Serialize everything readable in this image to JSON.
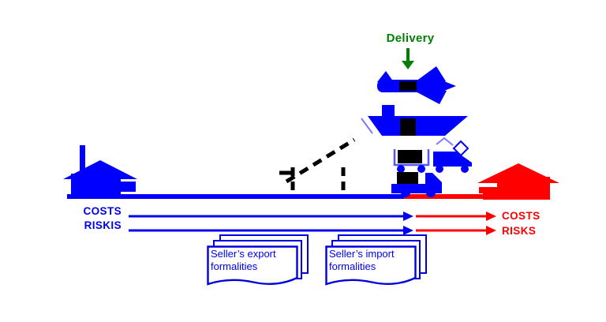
{
  "diagram": {
    "title_label": "Delivery",
    "description": "Incoterms-style delivery diagram: seller premises to buyer premises"
  },
  "delivery": {
    "label": "Delivery",
    "color": "#008000"
  },
  "arrows": {
    "left": {
      "costs": "COSTS",
      "risks": "RISKIS",
      "color": "#0000EE"
    },
    "right": {
      "costs": "COSTS",
      "risks": "RISKS",
      "color": "#FF0000"
    }
  },
  "documents": {
    "export": {
      "line1": "Seller’s export",
      "line2": "formalities"
    },
    "import": {
      "line1": "Seller’s import",
      "line2": "formalities"
    }
  },
  "icons": {
    "left_building": "seller-factory-icon",
    "right_building": "buyer-house-icon",
    "transport": [
      "airplane-icon",
      "ship-icon",
      "luggage-cart-icon",
      "van-icon",
      "truck-icon"
    ],
    "barrier": "customs-barrier-icon",
    "delivery_pointer": "green-down-arrow-icon"
  },
  "colors": {
    "blue": "#0000FF",
    "red": "#FF0000",
    "green": "#008000",
    "black": "#000000",
    "light_blue": "#7B7BFF",
    "background": "#FFFFFF"
  }
}
